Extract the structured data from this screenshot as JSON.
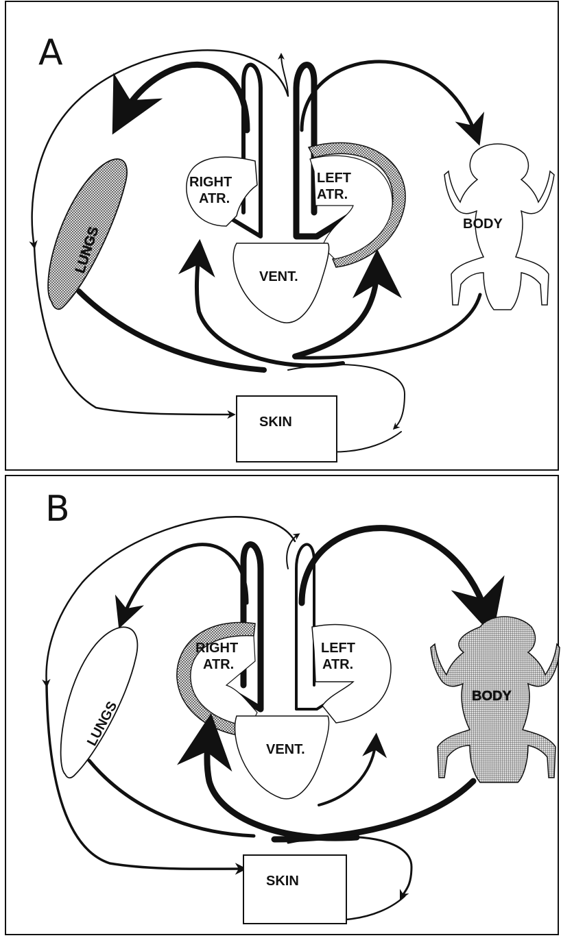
{
  "panels": [
    {
      "letter": "A",
      "labels": {
        "right_atrium": [
          "RIGHT",
          "ATR."
        ],
        "left_atrium": [
          "LEFT",
          "ATR."
        ],
        "ventricle": "VENT.",
        "lungs": "LUNGS",
        "body": "BODY",
        "skin": "SKIN"
      }
    },
    {
      "letter": "B",
      "labels": {
        "right_atrium": [
          "RIGHT",
          "ATR."
        ],
        "left_atrium": [
          "LEFT",
          "ATR."
        ],
        "ventricle": "VENT.",
        "lungs": "LUNGS",
        "body": "BODY",
        "skin": "SKIN"
      }
    }
  ],
  "colors": {
    "ink": "#111111",
    "hatch": "#777777",
    "background": "#ffffff"
  }
}
